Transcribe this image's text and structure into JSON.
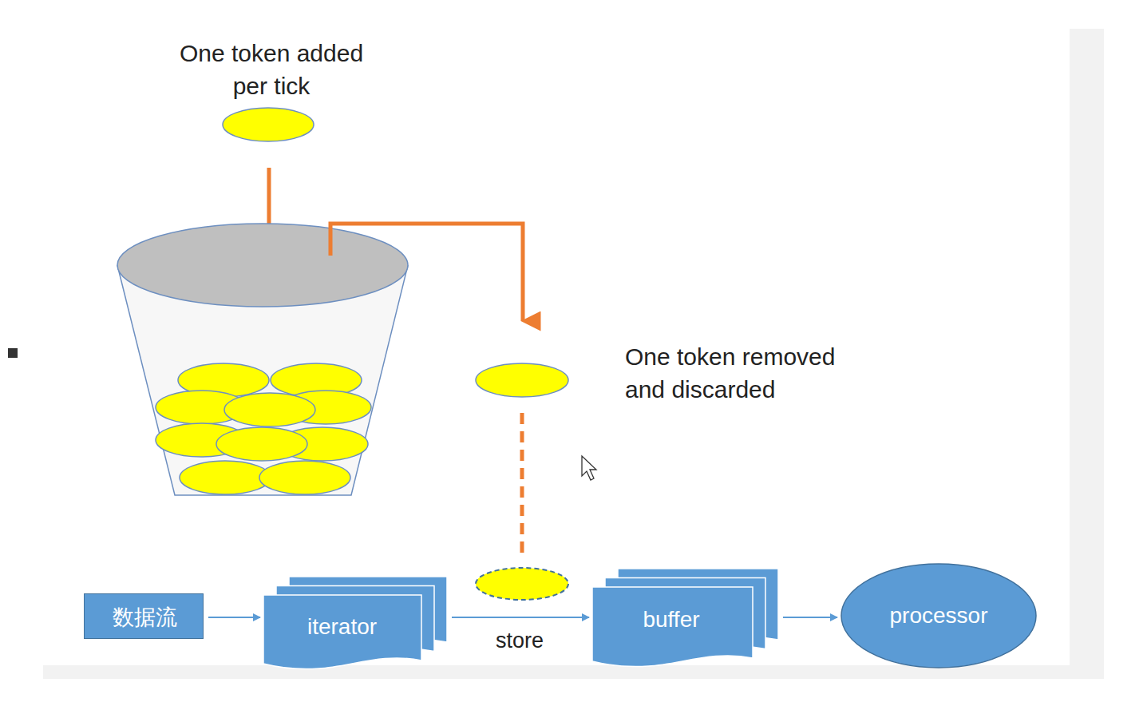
{
  "diagram": {
    "nodes": [
      {
        "text": [
          "数据流"
        ]
      },
      {
        "text": [
          "iterator"
        ]
      },
      {
        "text": [
          "buffer"
        ]
      },
      {
        "text": [
          "processor"
        ]
      }
    ],
    "edges": [
      {
        "from": 0,
        "to": 1,
        "arrow": "to"
      },
      {
        "from": 1,
        "to": 2,
        "label": "store",
        "arrow": "to"
      },
      {
        "from": 2,
        "to": 3,
        "arrow": "to"
      }
    ],
    "labels": [
      "One token added per tick",
      "One token removed and discarded"
    ]
  }
}
